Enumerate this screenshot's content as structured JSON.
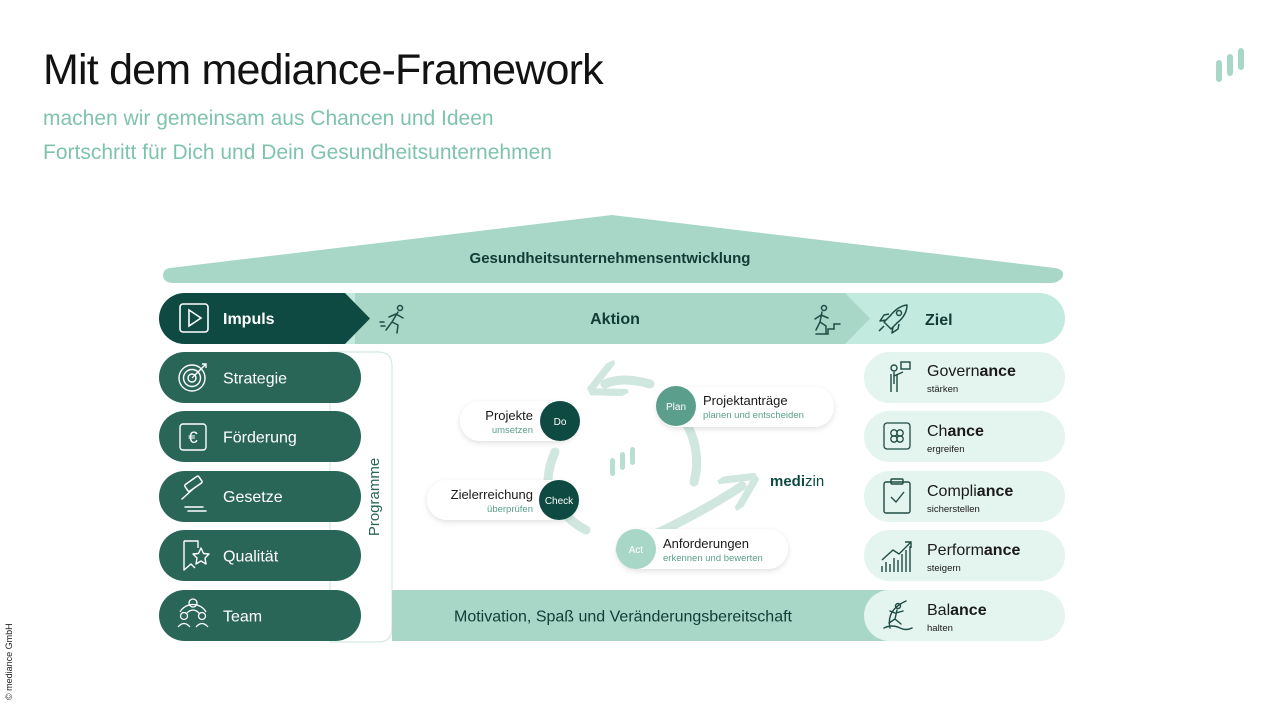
{
  "header": {
    "title": "Mit dem mediance-Framework",
    "subtitle_line1": "machen wir gemeinsam aus Chancen und Ideen",
    "subtitle_line2": "Fortschritt für Dich und Dein Gesundheitsunternehmen"
  },
  "copyright": "© mediance GmbH",
  "roof": {
    "label": "Gesundheitsunternehmensentwicklung"
  },
  "process": {
    "impuls": "Impuls",
    "aktion": "Aktion",
    "ziel": "Ziel"
  },
  "pillars": [
    {
      "label": "Strategie",
      "icon": "target-icon"
    },
    {
      "label": "Förderung",
      "icon": "euro-icon"
    },
    {
      "label": "Gesetze",
      "icon": "gavel-icon"
    },
    {
      "label": "Qualität",
      "icon": "star-bookmark-icon"
    },
    {
      "label": "Team",
      "icon": "team-icon"
    }
  ],
  "programme": "Programme",
  "cycle": {
    "plan": {
      "badge": "Plan",
      "title": "Projektanträge",
      "sub": "planen und entscheiden"
    },
    "do": {
      "badge": "Do",
      "title": "Projekte",
      "sub": "umsetzen"
    },
    "check": {
      "badge": "Check",
      "title": "Zielerreichung",
      "sub": "überprüfen"
    },
    "act": {
      "badge": "Act",
      "title": "Anforderungen",
      "sub": "erkennen und bewerten"
    }
  },
  "medizin": {
    "bold": "medi",
    "rest": "zin"
  },
  "bottom_bar": "Motivation, Spaß und Veränderungsbereitschaft",
  "goals": [
    {
      "pre": "Govern",
      "bold": "ance",
      "sub": "stärken",
      "icon": "presenter-icon"
    },
    {
      "pre": "Ch",
      "bold": "ance",
      "sub": "ergreifen",
      "icon": "clover-icon"
    },
    {
      "pre": "Compli",
      "bold": "ance",
      "sub": "sicherstellen",
      "icon": "clipboard-check-icon"
    },
    {
      "pre": "Perform",
      "bold": "ance",
      "sub": "steigern",
      "icon": "growth-chart-icon"
    },
    {
      "pre": "Bal",
      "bold": "ance",
      "sub": "halten",
      "icon": "surfer-icon"
    }
  ],
  "colors": {
    "dark": "#0e4a42",
    "mid": "#2a6658",
    "light": "#a8d7c8",
    "pale": "#e4f4ee",
    "accent": "#7fc3ad"
  }
}
